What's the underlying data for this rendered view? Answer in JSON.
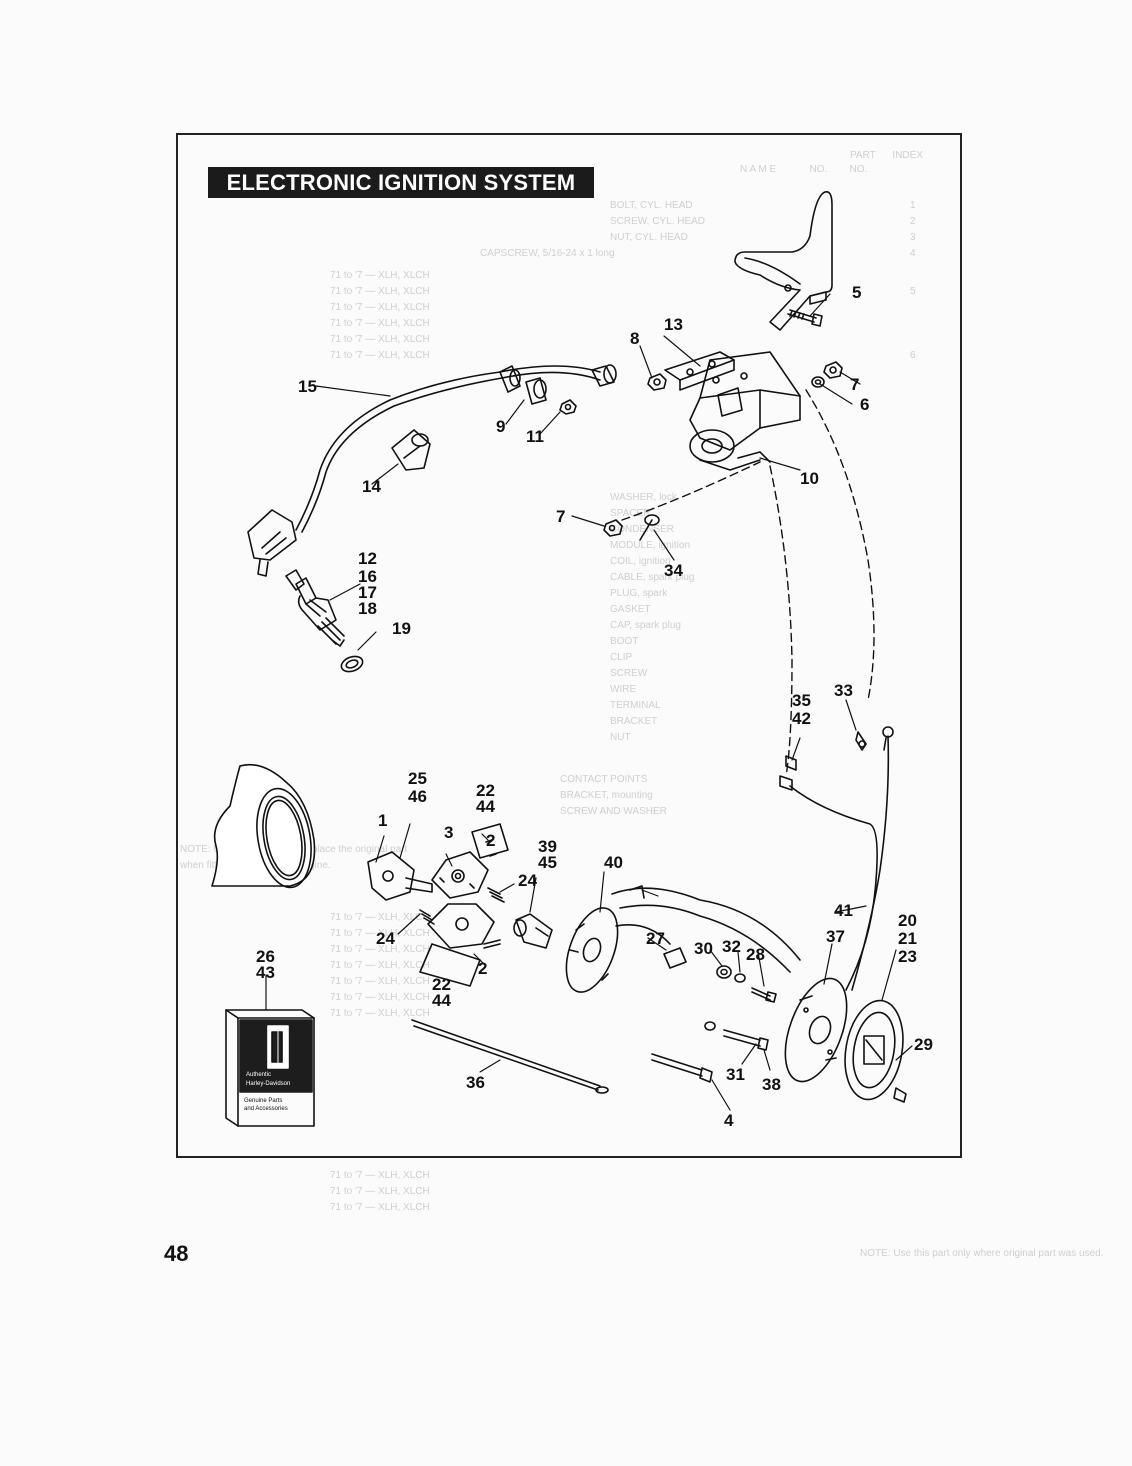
{
  "page": {
    "title": "ELECTRONIC IGNITION SYSTEM",
    "page_number": "48"
  },
  "box": {
    "brand_small": "Authentic",
    "brand": "Harley-Davidson",
    "line1": "Genuine Parts",
    "line2": "and Accessories"
  },
  "callouts": {
    "c1": "1",
    "c2a": "2",
    "c2b": "2",
    "c3": "3",
    "c4": "4",
    "c5": "5",
    "c6": "6",
    "c7a": "7",
    "c7b": "7",
    "c8": "8",
    "c9": "9",
    "c10": "10",
    "c11": "11",
    "c12": "12",
    "c13": "13",
    "c14": "14",
    "c15": "15",
    "c16": "16",
    "c17": "17",
    "c18": "18",
    "c19": "19",
    "c20": "20",
    "c21": "21",
    "c22a": "22",
    "c22b": "22",
    "c23": "23",
    "c24a": "24",
    "c24b": "24",
    "c25": "25",
    "c26": "26",
    "c27": "27",
    "c28": "28",
    "c29": "29",
    "c30": "30",
    "c31": "31",
    "c32": "32",
    "c33": "33",
    "c34": "34",
    "c35": "35",
    "c36": "36",
    "c37": "37",
    "c38": "38",
    "c39": "39",
    "c40": "40",
    "c41": "41",
    "c42": "42",
    "c43": "43",
    "c44a": "44",
    "c44b": "44",
    "c45": "45",
    "c46": "46"
  }
}
